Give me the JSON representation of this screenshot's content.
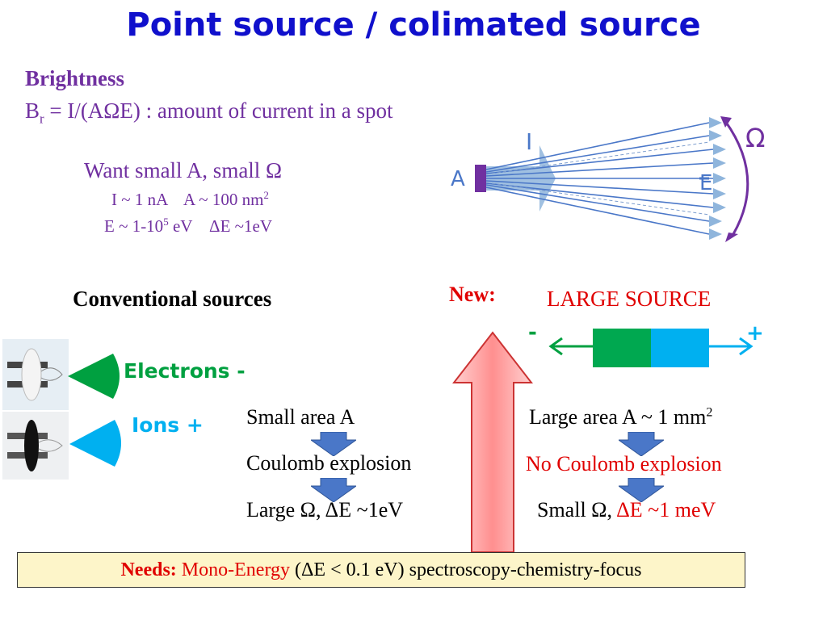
{
  "title": "Point source / colimated source",
  "brightness": {
    "heading": "Brightness",
    "formula_B": "B",
    "formula_sub": "r",
    "formula_rest": " = I/(AΩE) : amount of current in a spot"
  },
  "want": {
    "line1": "Want small A, small Ω",
    "line2_a": "I ~ 1 nA    A ~ 100 nm",
    "line2_sup": "2",
    "line3_a": "E ~ 1-10",
    "line3_sup": "5",
    "line3_b": " eV    ΔE ~1eV"
  },
  "beam_diagram": {
    "label_A": "A",
    "label_I": "I",
    "label_Omega": "Ω",
    "label_E": "E"
  },
  "conventional": {
    "heading": "Conventional sources",
    "electrons": "Electrons -",
    "ions": "Ions +",
    "step1": "Small area A",
    "step2": "Coulomb explosion",
    "step3": "Large Ω, ΔE ~1eV"
  },
  "new_source": {
    "new_label": "New:",
    "heading": "LARGE SOURCE",
    "minus": "-",
    "plus": "+",
    "step1_a": "Large area A ~ 1 mm",
    "step1_sup": "2",
    "step2": "No Coulomb explosion",
    "step3_a": "Small Ω, ",
    "step3_b": "ΔE ~1 meV"
  },
  "needs": {
    "label": "Needs:",
    "mono": " Mono-Energy",
    "rest": " (ΔE < 0.1 eV) spectroscopy-chemistry-focus"
  },
  "colors": {
    "title": "#1010cc",
    "purple": "#7030a0",
    "red": "#e00000",
    "green": "#00a040",
    "cyan": "#00b0f0",
    "arrow_blue": "#4a77c8",
    "needs_bg": "#fdf5c9"
  }
}
